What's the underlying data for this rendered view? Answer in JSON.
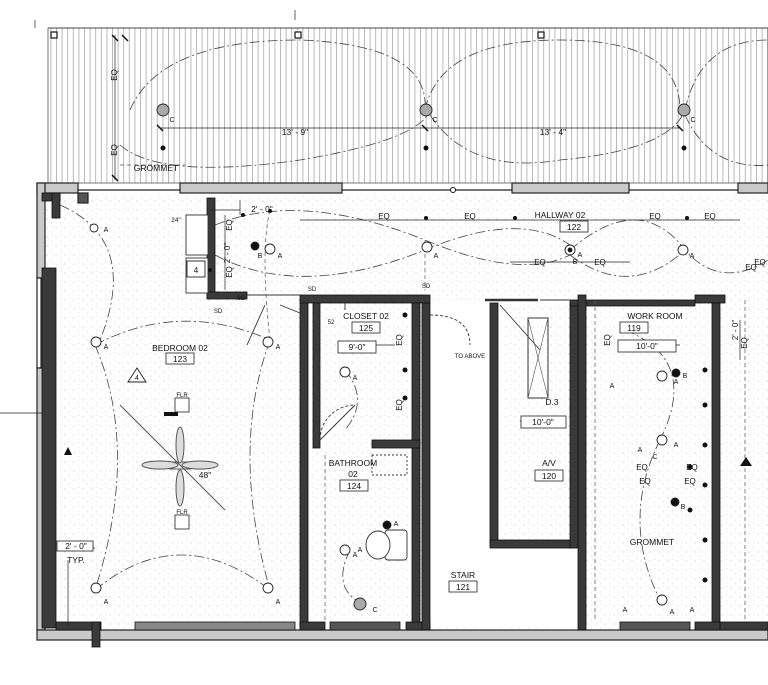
{
  "rooms": {
    "bedroom": {
      "name": "BEDROOM 02",
      "number": "123"
    },
    "closet": {
      "name": "CLOSET 02",
      "number": "125"
    },
    "bathroom": {
      "name1": "BATHROOM",
      "name2": "02",
      "number": "124"
    },
    "hallway": {
      "name": "HALLWAY 02",
      "number": "122"
    },
    "workroom": {
      "name": "WORK ROOM",
      "number": "119"
    },
    "av": {
      "name": "A/V",
      "number": "120"
    },
    "stair": {
      "name": "STAIR",
      "number": "121"
    }
  },
  "dimensions": {
    "d1": "13' - 9\"",
    "d2": "13' - 4\"",
    "hall": "2' - 0\"",
    "closet": "9'-0\"",
    "workroom": "10'-0\"",
    "av": "10'-0\"",
    "typ_dim": "2' - 0\"",
    "typ_label": "TYP.",
    "bedroom_side": "2' - 0\"",
    "right_side": "2' - 0\"",
    "fan": "48\""
  },
  "labels": {
    "grommet_top": "GROMMET",
    "grommet_work": "GROMMET",
    "to_above": "TO ABOVE",
    "d3": "D.3",
    "flr1": "FLR",
    "flr2": "FLR",
    "dim24": "24\"",
    "sd1": "SD",
    "sd2": "SD",
    "sd3": "SD",
    "sd4": "SD",
    "s52": "52",
    "key_tag": "4",
    "key_tag2": "4"
  },
  "eq_marks": [
    "EQ",
    "EQ",
    "EQ",
    "EQ",
    "EQ",
    "EQ",
    "EQ",
    "EQ",
    "EQ",
    "EQ",
    "EQ",
    "EQ",
    "EQ",
    "EQ",
    "EQ",
    "EQ",
    "EQ",
    "EQ",
    "EQ",
    "EQ"
  ],
  "fixture_letters": [
    "C",
    "C",
    "C",
    "A",
    "A",
    "A",
    "A",
    "A",
    "A",
    "A",
    "A",
    "A",
    "A",
    "A",
    "A",
    "B",
    "B",
    "C",
    "A",
    "A",
    "B",
    "B",
    "A",
    "A",
    "A",
    "C",
    "A",
    "A",
    "A"
  ]
}
